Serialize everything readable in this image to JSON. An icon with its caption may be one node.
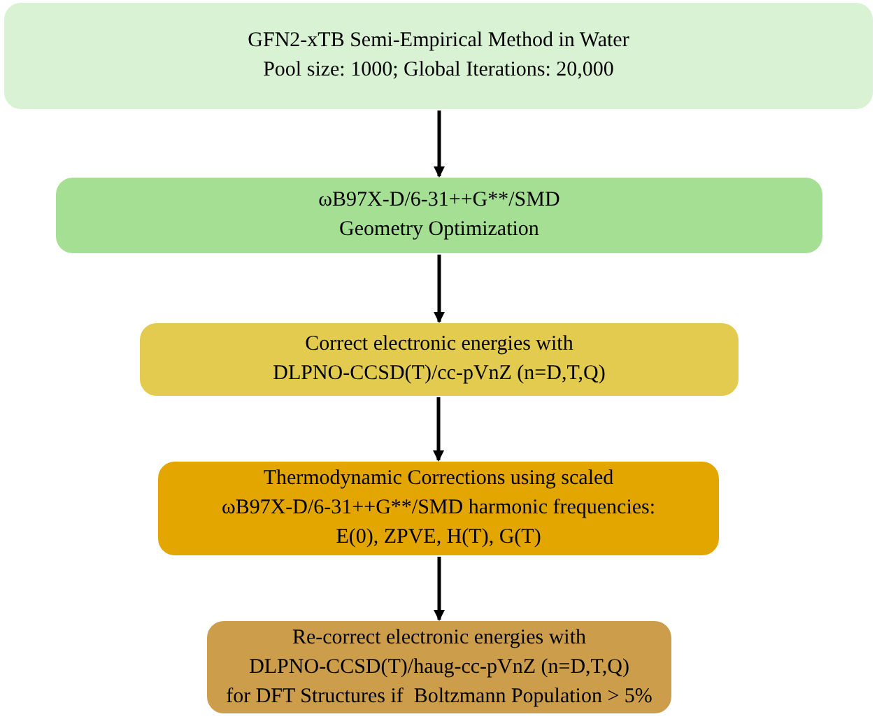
{
  "diagram": {
    "nodes": [
      {
        "text": [
          "GFN2-xTB Semi-Empirical Method in Water",
          "Pool size: 1000; Global Iterations: 20,000"
        ]
      },
      {
        "text": [
          "ωB97X-D/6-31++G**/SMD",
          "Geometry Optimization"
        ]
      },
      {
        "text": [
          "Correct electronic energies with",
          "DLPNO-CCSD(T)/cc-pVnZ (n=D,T,Q)"
        ]
      },
      {
        "text": [
          "Thermodynamic Corrections using scaled",
          "ωB97X-D/6-31++G**/SMD harmonic frequencies:",
          "E(0), ZPVE, H(T), G(T)"
        ]
      },
      {
        "text": [
          "Re-correct electronic energies with",
          "DLPNO-CCSD(T)/haug-cc-pVnZ (n=D,T,Q)",
          "for DFT Structures if  Boltzmann Population > 5%"
        ]
      }
    ],
    "edges": [
      {
        "from": 0,
        "to": 1,
        "arrow": "to"
      },
      {
        "from": 1,
        "to": 2,
        "arrow": "to"
      },
      {
        "from": 2,
        "to": 3,
        "arrow": "to"
      },
      {
        "from": 3,
        "to": 4,
        "arrow": "to"
      }
    ]
  }
}
